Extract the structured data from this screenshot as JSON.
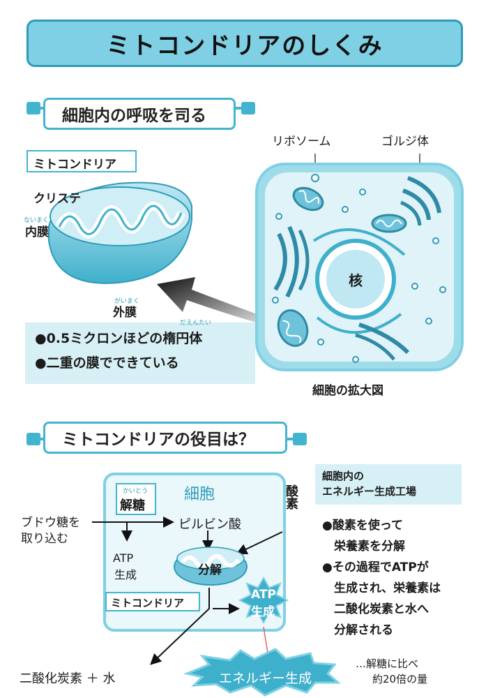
{
  "title": "ミトコンドリアのしくみ",
  "section1": {
    "heading": "細胞内の呼吸を司る",
    "mito_label": "ミトコンドリア",
    "cristae": "クリステ",
    "inner_membrane": "内膜",
    "inner_membrane_ruby": "ないまく",
    "outer_membrane": "外膜",
    "outer_membrane_ruby": "がいまく",
    "bullets": [
      "●0.5ミクロンほどの楕円体",
      "●二重の膜でできている"
    ],
    "bullet_ruby": "だえんたい",
    "ribosome": "リボソーム",
    "golgi": "ゴルジ体",
    "nucleus": "核",
    "caption": "細胞の拡大図"
  },
  "section2": {
    "heading": "ミトコンドリアの役目は？",
    "cell": "細胞",
    "glycolysis": "解糖",
    "glycolysis_ruby": "かいとう",
    "glucose_in": [
      "ブドウ糖を",
      "取り込む"
    ],
    "pyruvate": "ピルビン酸",
    "oxygen": "酸素",
    "atp_small": [
      "ATP",
      "生成"
    ],
    "decompose": "分解",
    "mito_label": "ミトコンドリア",
    "atp_star": [
      "ATP",
      "生成"
    ],
    "output": "二酸化炭素 ＋ 水",
    "energy": "エネルギー生成",
    "comparison": [
      "…解糖に比べ",
      "約20倍の量"
    ],
    "factory": [
      "細胞内の",
      "エネルギー生成工場"
    ],
    "right_bullets": [
      "●酸素を使って",
      "　栄養素を分解",
      "●その過程でATPが",
      "　生成され、栄養素は",
      "　二酸化炭素と水へ",
      "　分解される"
    ]
  },
  "colors": {
    "primary": "#43b4cf",
    "light": "#7fd0e4",
    "pale": "#d7f0f6",
    "dark": "#2e9ab8"
  }
}
